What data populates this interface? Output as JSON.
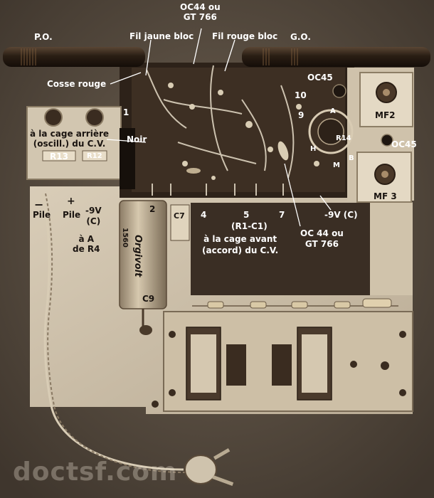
{
  "labels": {
    "po": "P.O.",
    "go": "G.O.",
    "oc44_top_1": "OC44 ou",
    "oc44_top_2": "GT 766",
    "fil_jaune": "Fil jaune bloc",
    "fil_rouge": "Fil rouge bloc",
    "cosse_rouge": "Cosse rouge",
    "oc45_top": "OC45",
    "oc45_right": "OC45",
    "n10": "10",
    "n9": "9",
    "n1": "1",
    "n2": "2",
    "n4": "4",
    "n5": "5",
    "n7": "7",
    "a": "A",
    "h": "H",
    "m": "M",
    "b": "B",
    "r14": "R14",
    "r13": "R13",
    "r12": "R12",
    "mf2": "MF2",
    "mf3": "MF 3",
    "noir": "Noir",
    "cage_arriere_1": "à la cage arrière",
    "cage_arriere_2": "(oscill.)  du C.V.",
    "minus": "−",
    "plus": "+",
    "pile1": "Pile",
    "pile2": "Pile",
    "minus9v": "-9V",
    "c_paren": "(C)",
    "a_de_r4_1": "à A",
    "a_de_r4_2": "de R4",
    "r1c1": "(R1-C1)",
    "cage_avant_1": "à la cage avant",
    "cage_avant_2": "(accord) du C.V.",
    "minus9v_c": "-9V (C)",
    "oc44_low_1": "OC 44 ou",
    "oc44_low_2": "GT 766",
    "c7": "C7",
    "c9": "C9",
    "cap_value": "1560",
    "cap_brand": "Orgivolt"
  },
  "watermark": "doctsf.com"
}
